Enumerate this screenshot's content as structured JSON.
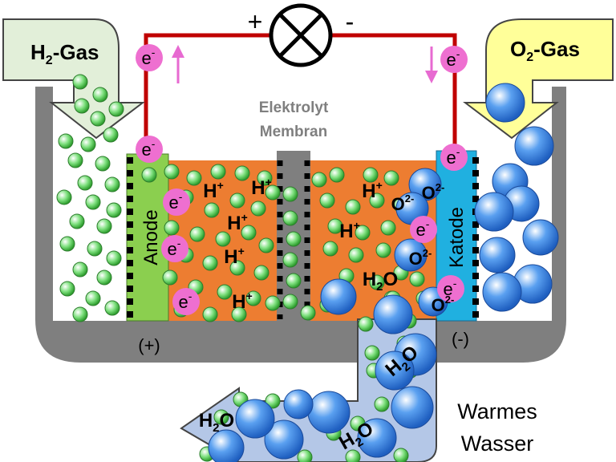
{
  "colors": {
    "wire": "#c00000",
    "electron": "#ee6fd0",
    "arrow_pink": "#e76ad1",
    "anode": "#8bcf4f",
    "electrolyte": "#ed7d31",
    "katode": "#20b0e0",
    "container": "#7f7f7f",
    "membrane": "#7f7f7f",
    "h2_arrow_fill": "#e2efd9",
    "o2_arrow_fill": "#ffff99",
    "water_arrow_fill": "#b4c7e7"
  },
  "gas_in": {
    "h2_main": "H",
    "h2_sub": "2",
    "h2_suffix": "-Gas",
    "o2_main": "O",
    "o2_sub": "2",
    "o2_suffix": "-Gas"
  },
  "circuit": {
    "plus": "+",
    "minus": "-",
    "lamp_icon": "lamp-icon"
  },
  "electron": {
    "main": "e",
    "sup": "-"
  },
  "membrane": {
    "line1": "Elektrolyt",
    "line2": "Membran"
  },
  "electrodes": {
    "anode": "Anode",
    "katode": "Katode",
    "anode_sign": "(+)",
    "katode_sign": "(-)"
  },
  "ions": {
    "proton_main": "H",
    "proton_sup": "+",
    "oxide_main": "O",
    "oxide_sup": "2-"
  },
  "water": {
    "main_h": "H",
    "sub": "2",
    "main_o": "O"
  },
  "outlet": {
    "line1": "Warmes",
    "line2": "Wasser"
  }
}
